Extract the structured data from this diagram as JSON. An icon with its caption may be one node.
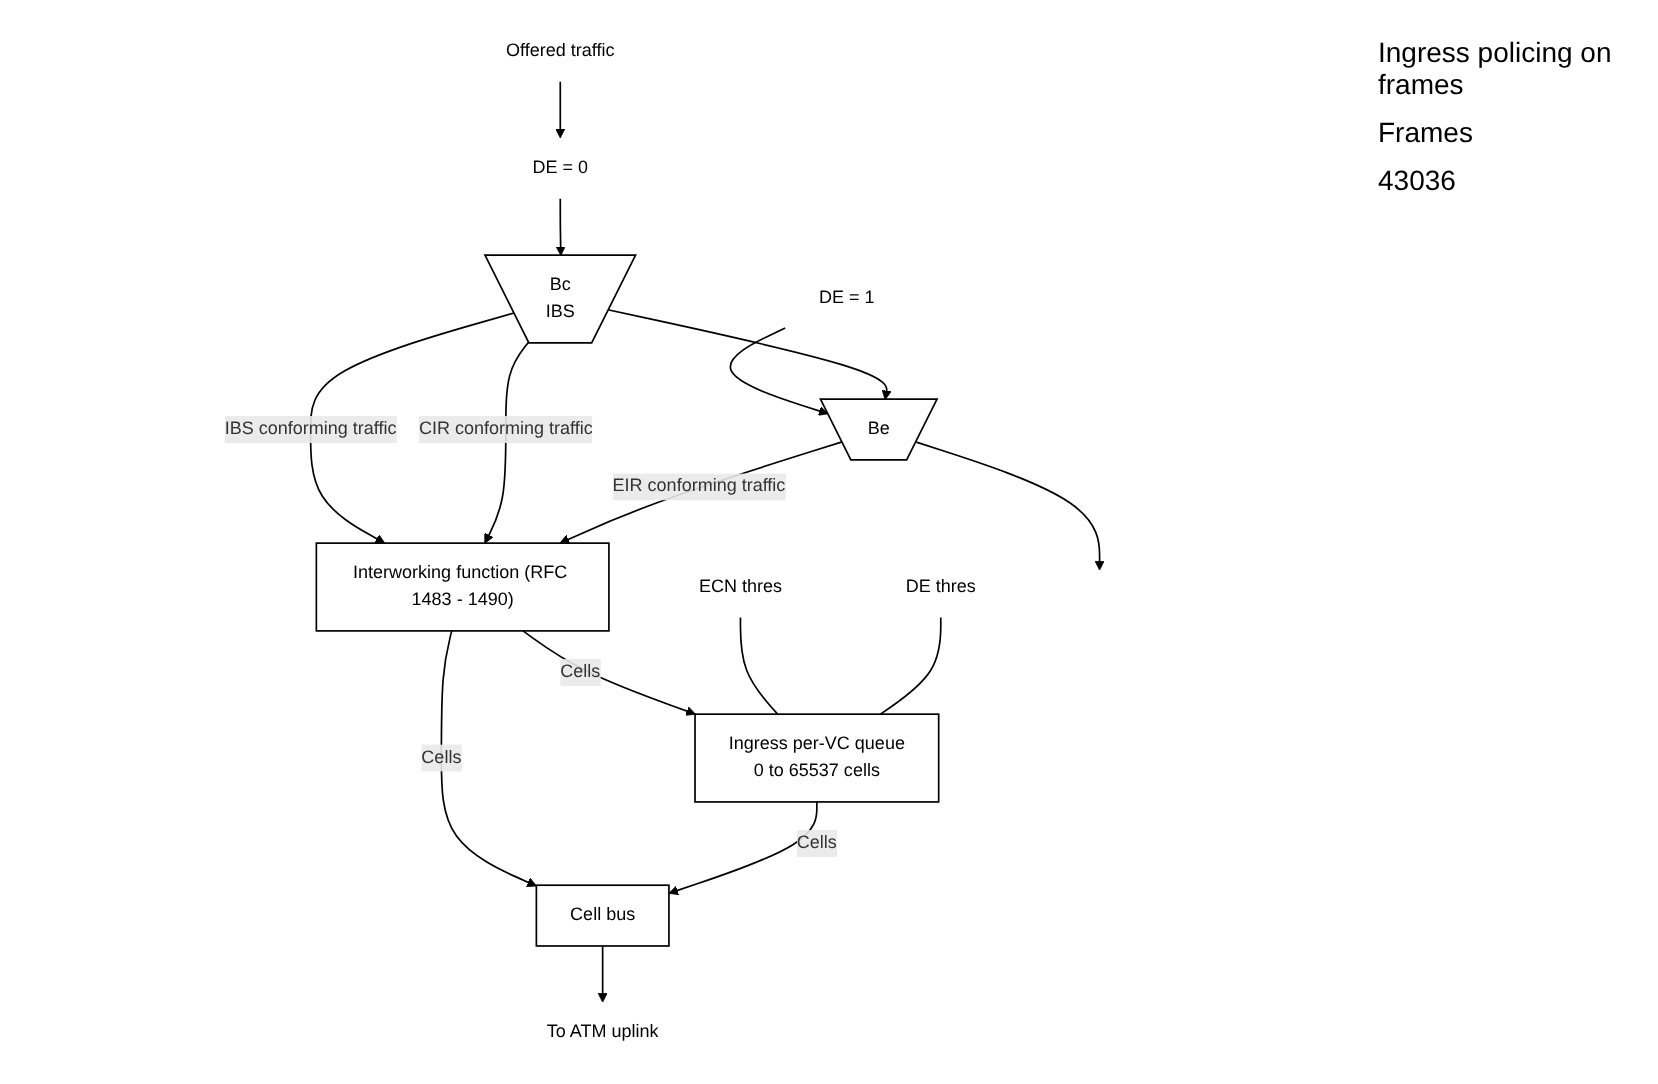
{
  "diagram": {
    "nodes": [
      {
        "text": [
          "Offered traffic"
        ]
      },
      {
        "text": [
          "DE = 0"
        ]
      },
      {
        "text": [
          "DE = 1"
        ]
      },
      {
        "text": [
          "Bc",
          "IBS"
        ]
      },
      {
        "text": [
          "Be"
        ]
      },
      {
        "text": [
          "Interworking function (RFC 1483 - 1490)"
        ]
      },
      {
        "text": [
          "Ingress per-VC queue",
          "0 to 65537 cells"
        ]
      },
      {
        "text": [
          "Cell bus"
        ]
      },
      {
        "text": [
          "To ATM uplink"
        ]
      },
      {
        "text": [
          "ECN thres"
        ]
      },
      {
        "text": [
          "DE thres"
        ]
      }
    ],
    "edges": [
      {
        "from": 0,
        "to": 1,
        "arrow": "to"
      },
      {
        "from": 1,
        "to": 3,
        "arrow": "to"
      },
      {
        "from": 2,
        "to": 4,
        "arrow": "to"
      },
      {
        "from": 3,
        "to": 4,
        "arrow": "to"
      },
      {
        "from": 4,
        "to": null,
        "arrow": "to"
      },
      {
        "from": 3,
        "to": 5,
        "arrow": "to",
        "label": "IBS conforming traffic"
      },
      {
        "from": 5,
        "to": 7,
        "arrow": "to",
        "label": "Cells"
      },
      {
        "from": 3,
        "to": 5,
        "arrow": "to",
        "label": "CIR conforming traffic"
      },
      {
        "from": 4,
        "to": 5,
        "arrow": "to",
        "label": "EIR conforming traffic"
      },
      {
        "from": 5,
        "to": 6,
        "arrow": "to",
        "label": "Cells"
      },
      {
        "from": 6,
        "to": 7,
        "arrow": "to",
        "label": "Cells"
      },
      {
        "from": 7,
        "to": 8,
        "arrow": "to"
      },
      {
        "from": 9,
        "to": 6,
        "arrow": "none"
      },
      {
        "from": 10,
        "to": 6,
        "arrow": "none"
      }
    ],
    "labels": [
      "Ingress policing on frames",
      "Frames",
      "43036"
    ]
  }
}
